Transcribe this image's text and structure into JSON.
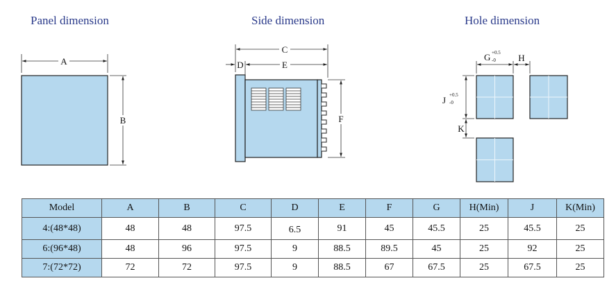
{
  "titles": {
    "panel": "Panel dimension",
    "side": "Side dimension",
    "hole": "Hole dimension"
  },
  "labels": {
    "a": "A",
    "b": "B",
    "c": "C",
    "d": "D",
    "e": "E",
    "f": "F",
    "g": "G",
    "h": "H",
    "j": "J",
    "k": "K",
    "tol_plus": "+0.5",
    "tol_minus": "-0"
  },
  "colors": {
    "fill": "#b5d8ee",
    "outline": "#222222",
    "title": "#2a3a8a"
  },
  "table": {
    "headers": [
      "Model",
      "A",
      "B",
      "C",
      "D",
      "E",
      "F",
      "G",
      "H(Min)",
      "J",
      "K(Min)"
    ],
    "rows": [
      [
        "4:(48*48)",
        "48",
        "48",
        "97.5",
        "6.5",
        "91",
        "45",
        "45.5",
        "25",
        "45.5",
        "25"
      ],
      [
        "6:(96*48)",
        "48",
        "96",
        "97.5",
        "9",
        "88.5",
        "89.5",
        "45",
        "25",
        "92",
        "25"
      ],
      [
        "7:(72*72)",
        "72",
        "72",
        "97.5",
        "9",
        "88.5",
        "67",
        "67.5",
        "25",
        "67.5",
        "25"
      ]
    ]
  }
}
